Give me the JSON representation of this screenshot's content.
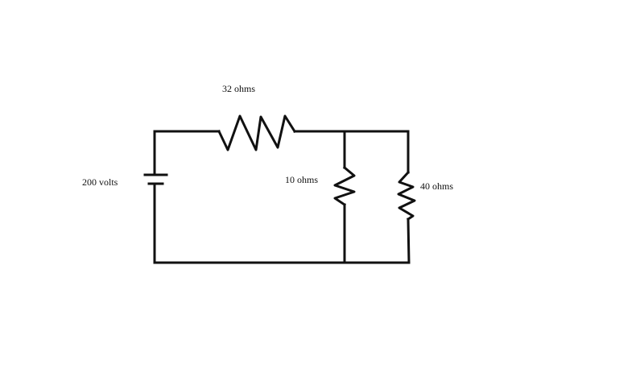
{
  "diagram": {
    "type": "circuit",
    "components": {
      "source": {
        "kind": "battery",
        "label": "200 volts"
      },
      "r_series": {
        "kind": "resistor",
        "label": "32 ohms"
      },
      "r_parallel_a": {
        "kind": "resistor",
        "label": "10 ohms"
      },
      "r_parallel_b": {
        "kind": "resistor",
        "label": "40 ohms"
      }
    },
    "line_color": "#111111",
    "background": "#ffffff"
  }
}
